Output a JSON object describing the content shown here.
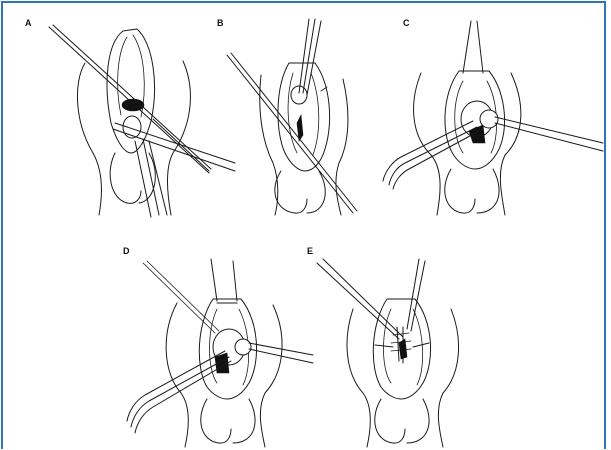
{
  "figure": {
    "border_color": "#2f74b5",
    "panels": [
      {
        "id": "A",
        "label": "A"
      },
      {
        "id": "B",
        "label": "B"
      },
      {
        "id": "C",
        "label": "C"
      },
      {
        "id": "D",
        "label": "D"
      },
      {
        "id": "E",
        "label": "E"
      }
    ]
  }
}
